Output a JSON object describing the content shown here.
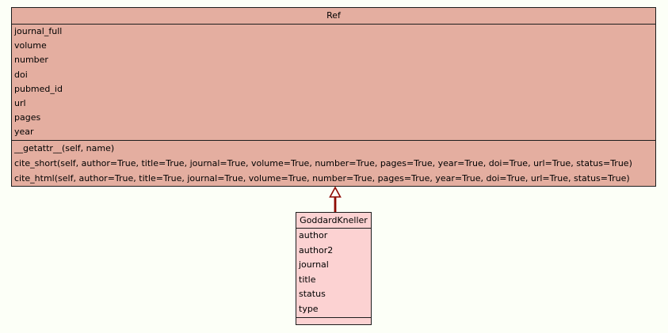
{
  "diagram": {
    "kind": "uml-class-diagram",
    "colors": {
      "canvas_bg": "#fcfff7",
      "box_border": "#1d1d1d",
      "ref_fill": "#e4aea0",
      "gk_fill": "#fcd2d2",
      "arrow_stroke": "#8e0b03"
    }
  },
  "classes": {
    "ref": {
      "name": "Ref",
      "attributes": [
        "journal_full",
        "volume",
        "number",
        "doi",
        "pubmed_id",
        "url",
        "pages",
        "year"
      ],
      "methods": [
        "__getattr__(self, name)",
        "cite_short(self, author=True, title=True, journal=True, volume=True, number=True, pages=True, year=True, doi=True, url=True, status=True)",
        "cite_html(self, author=True, title=True, journal=True, volume=True, number=True, pages=True, year=True, doi=True, url=True, status=True)"
      ]
    },
    "goddard_kneller": {
      "name": "GoddardKneller",
      "attributes": [
        "author",
        "author2",
        "journal",
        "title",
        "status",
        "type"
      ],
      "methods": []
    }
  },
  "relationships": [
    {
      "type": "inheritance",
      "from": "GoddardKneller",
      "to": "Ref"
    }
  ]
}
